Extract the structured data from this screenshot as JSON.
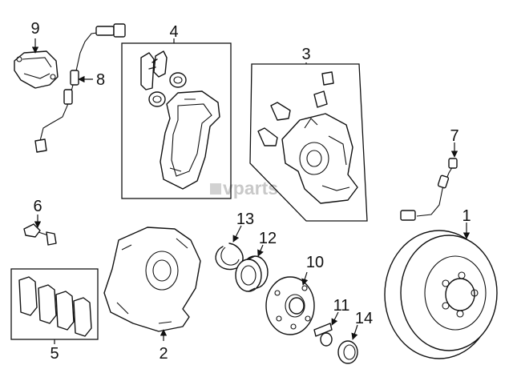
{
  "watermark": "vparts",
  "callouts": [
    "1",
    "2",
    "3",
    "4",
    "5",
    "6",
    "7",
    "8",
    "9",
    "10",
    "11",
    "12",
    "13",
    "14"
  ]
}
